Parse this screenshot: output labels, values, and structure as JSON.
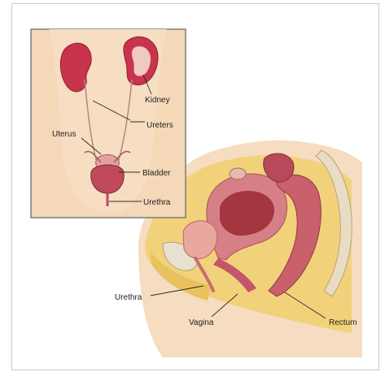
{
  "labels": {
    "kidney": "Kidney",
    "ureters": "Ureters",
    "uterus": "Uterus",
    "bladder": "Bladder",
    "urethra_inset": "Urethra",
    "urethra_main": "Urethra",
    "vagina": "Vagina",
    "rectum": "Rectum"
  },
  "colors": {
    "skin": "#f5d7b2",
    "kidney": "#c8344b",
    "tissue": "#d98a8a",
    "fat": "#f1d27a",
    "frame_border": "#c9c9c9"
  }
}
